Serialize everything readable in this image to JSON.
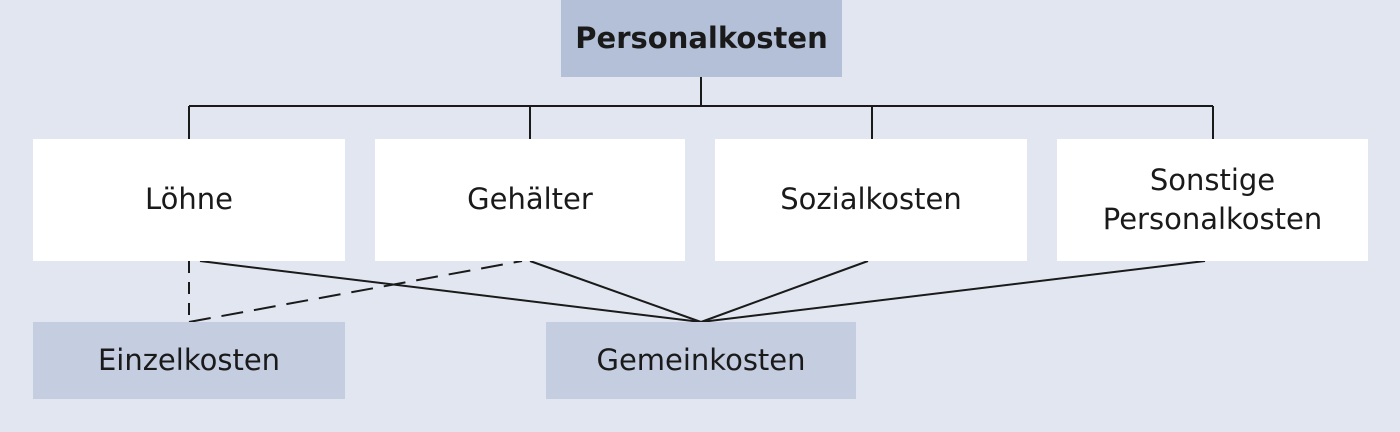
{
  "root": {
    "label": "Personalkosten"
  },
  "categories": [
    {
      "id": "lohne",
      "label": "Löhne"
    },
    {
      "id": "gehalter",
      "label": "Gehälter"
    },
    {
      "id": "sozialkosten",
      "label": "Sozialkosten"
    },
    {
      "id": "sonstige",
      "label_line1": "Sonstige",
      "label_line2": "Personalkosten"
    }
  ],
  "targets": [
    {
      "id": "einzelkosten",
      "label": "Einzelkosten"
    },
    {
      "id": "gemeinkosten",
      "label": "Gemeinkosten"
    }
  ],
  "colors": {
    "background": "#e1e6f0",
    "root_fill": "#b4c0d8",
    "category_fill": "#ffffff",
    "target_fill": "#c5cde1",
    "line": "#1a1a1a"
  }
}
